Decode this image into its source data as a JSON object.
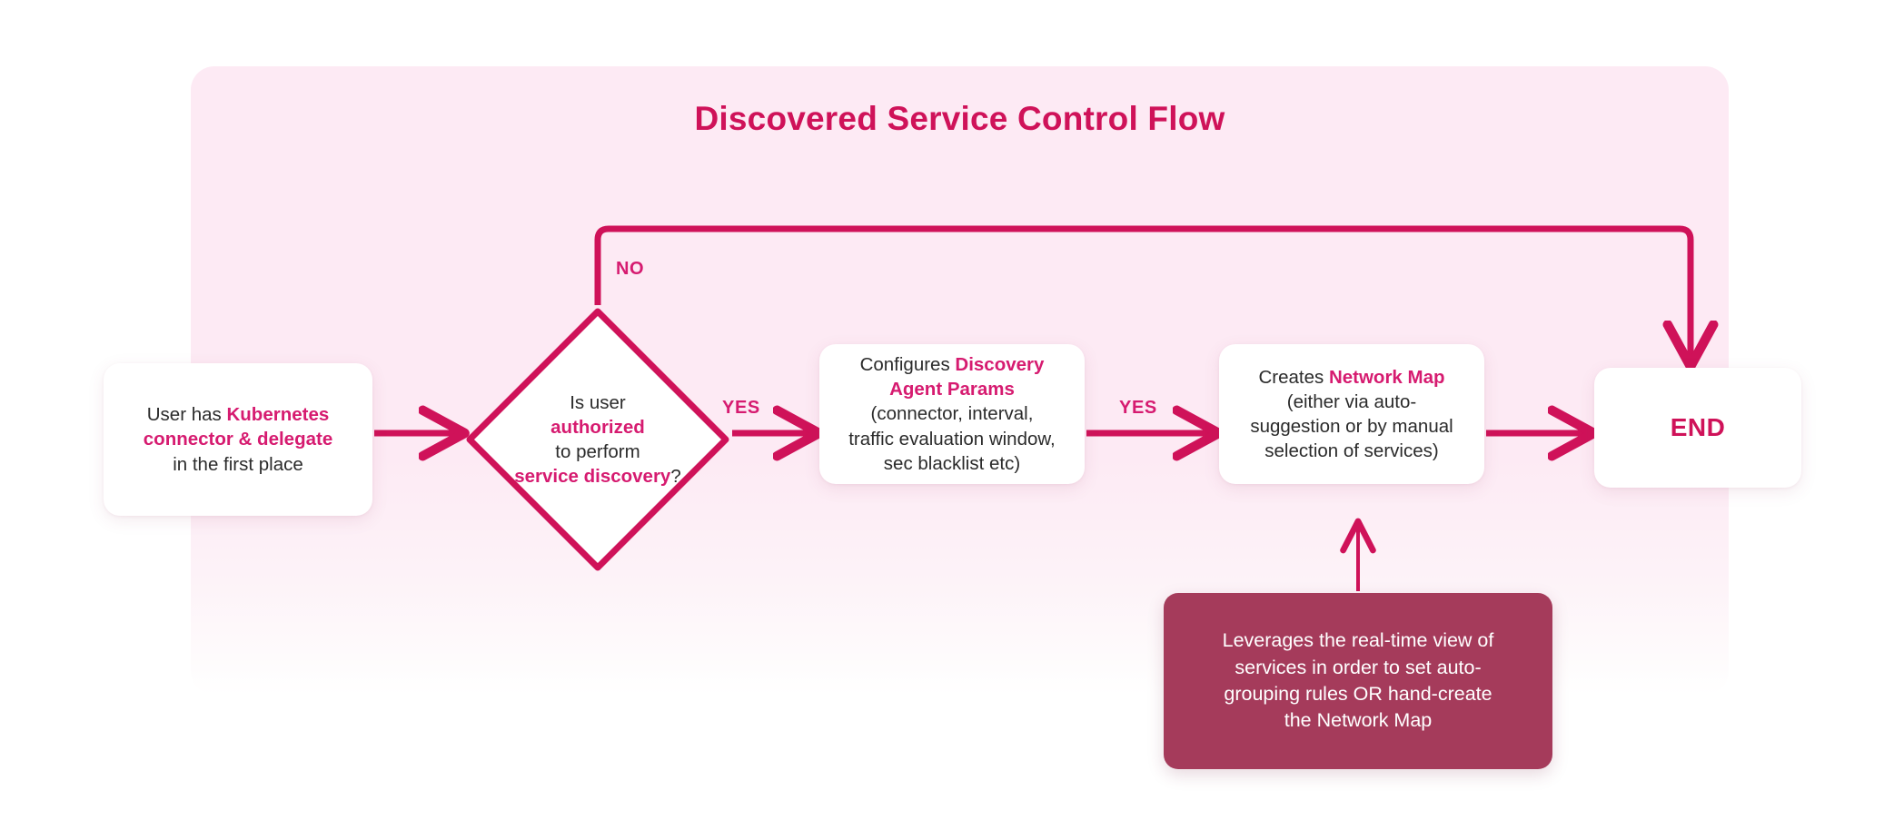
{
  "diagram": {
    "title": "Discovered Service Control Flow",
    "accent_color": "#cf1259",
    "highlight_color": "#d61b70",
    "panel_color": "#fdeaf4",
    "callout_color": "#a53b5b",
    "node_text_color": "#2b2b2b"
  },
  "nodes": {
    "start": {
      "type": "process",
      "line1_plain": "User has ",
      "line1_highlight": "Kubernetes",
      "line2_highlight": "connector & delegate",
      "line3_plain": "in the first place"
    },
    "decision": {
      "type": "decision",
      "line1": "Is user",
      "line2_highlight": "authorized",
      "line3": "to perform",
      "line4_highlight": "service discovery",
      "line4_suffix": "?"
    },
    "configure": {
      "type": "process",
      "line1_plain": "Configures ",
      "line1_highlight": "Discovery",
      "line2_highlight": "Agent Params",
      "line3": "(connector, interval,",
      "line4": "traffic evaluation window,",
      "line5": "sec blacklist etc)"
    },
    "netmap": {
      "type": "process",
      "line1_plain": "Creates ",
      "line1_highlight": "Network Map",
      "line2": "(either via auto-",
      "line3": "suggestion or by manual",
      "line4": "selection of services)"
    },
    "end": {
      "type": "terminator",
      "label": "END"
    },
    "callout": {
      "type": "note",
      "line1": "Leverages the real-time view of",
      "line2": "services in order to set auto-",
      "line3": "grouping rules OR hand-create",
      "line4": "the Network Map"
    }
  },
  "edges": {
    "start_to_decision": {
      "label": ""
    },
    "decision_no": {
      "label": "NO",
      "target": "end"
    },
    "decision_yes": {
      "label": "YES",
      "target": "configure"
    },
    "configure_to_netmap": {
      "label": "YES",
      "target": "netmap"
    },
    "netmap_to_end": {
      "label": ""
    },
    "callout_to_netmap": {
      "label": ""
    }
  }
}
